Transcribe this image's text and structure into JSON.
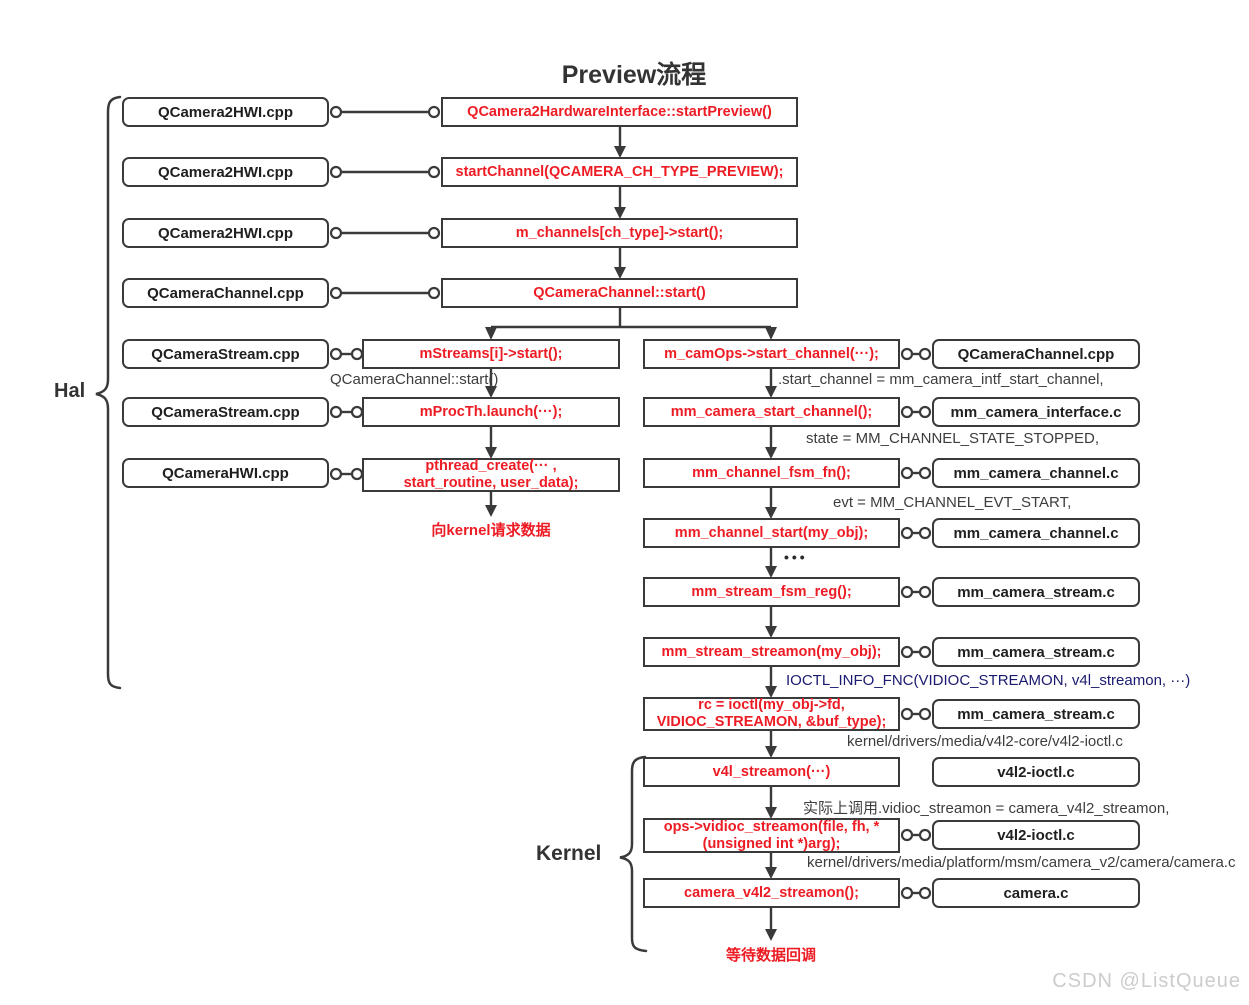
{
  "title": "Preview流程",
  "watermark": "CSDN @ListQueue",
  "braces": {
    "hal": "Hal",
    "kernel": "Kernel"
  },
  "colors": {
    "code_red": "#ed1c24",
    "macro_navy": "#1a1a70",
    "box_border": "#3a3a3a",
    "annotation_gray": "#3d3d3d",
    "watermark_gray": "#cccccc"
  },
  "hal_files": [
    "QCamera2HWI.cpp",
    "QCamera2HWI.cpp",
    "QCamera2HWI.cpp",
    "QCameraChannel.cpp",
    "QCameraStream.cpp",
    "QCameraStream.cpp",
    "QCameraHWI.cpp"
  ],
  "main_flow": [
    "QCamera2HardwareInterface::startPreview()",
    "startChannel(QCAMERA_CH_TYPE_PREVIEW);",
    "m_channels[ch_type]->start();",
    "QCameraChannel::start()"
  ],
  "left_branch": [
    "mStreams[i]->start();",
    "mProcTh.launch(···);",
    "pthread_create(··· ,\nstart_routine, user_data);"
  ],
  "left_branch_note": "向kernel请求数据",
  "right_branch": [
    "m_camOps->start_channel(···);",
    "mm_camera_start_channel();",
    "mm_channel_fsm_fn();",
    "mm_channel_start(my_obj);",
    "mm_stream_fsm_reg();",
    "mm_stream_streamon(my_obj);",
    "rc = ioctl(my_obj->fd,\nVIDIOC_STREAMON, &buf_type);",
    "v4l_streamon(···)",
    "ops->vidioc_streamon(file, fh, *\n(unsigned int *)arg);",
    "camera_v4l2_streamon();"
  ],
  "right_branch_note": "等待数据回调",
  "ellipsis": "•••",
  "src_files": [
    "QCameraChannel.cpp",
    "mm_camera_interface.c",
    "mm_camera_channel.c",
    "mm_camera_channel.c",
    "mm_camera_stream.c",
    "mm_camera_stream.c",
    "mm_camera_stream.c",
    "v4l2-ioctl.c",
    "v4l2-ioctl.c",
    "camera.c"
  ],
  "annotations": [
    "QCameraChannel::start()",
    ".start_channel = mm_camera_intf_start_channel,",
    "state = MM_CHANNEL_STATE_STOPPED,",
    "evt = MM_CHANNEL_EVT_START,",
    "IOCTL_INFO_FNC(VIDIOC_STREAMON, v4l_streamon, ···)",
    "kernel/drivers/media/v4l2-core/v4l2-ioctl.c",
    "实际上调用.vidioc_streamon = camera_v4l2_streamon,",
    "kernel/drivers/media/platform/msm/camera_v2/camera/camera.c"
  ]
}
